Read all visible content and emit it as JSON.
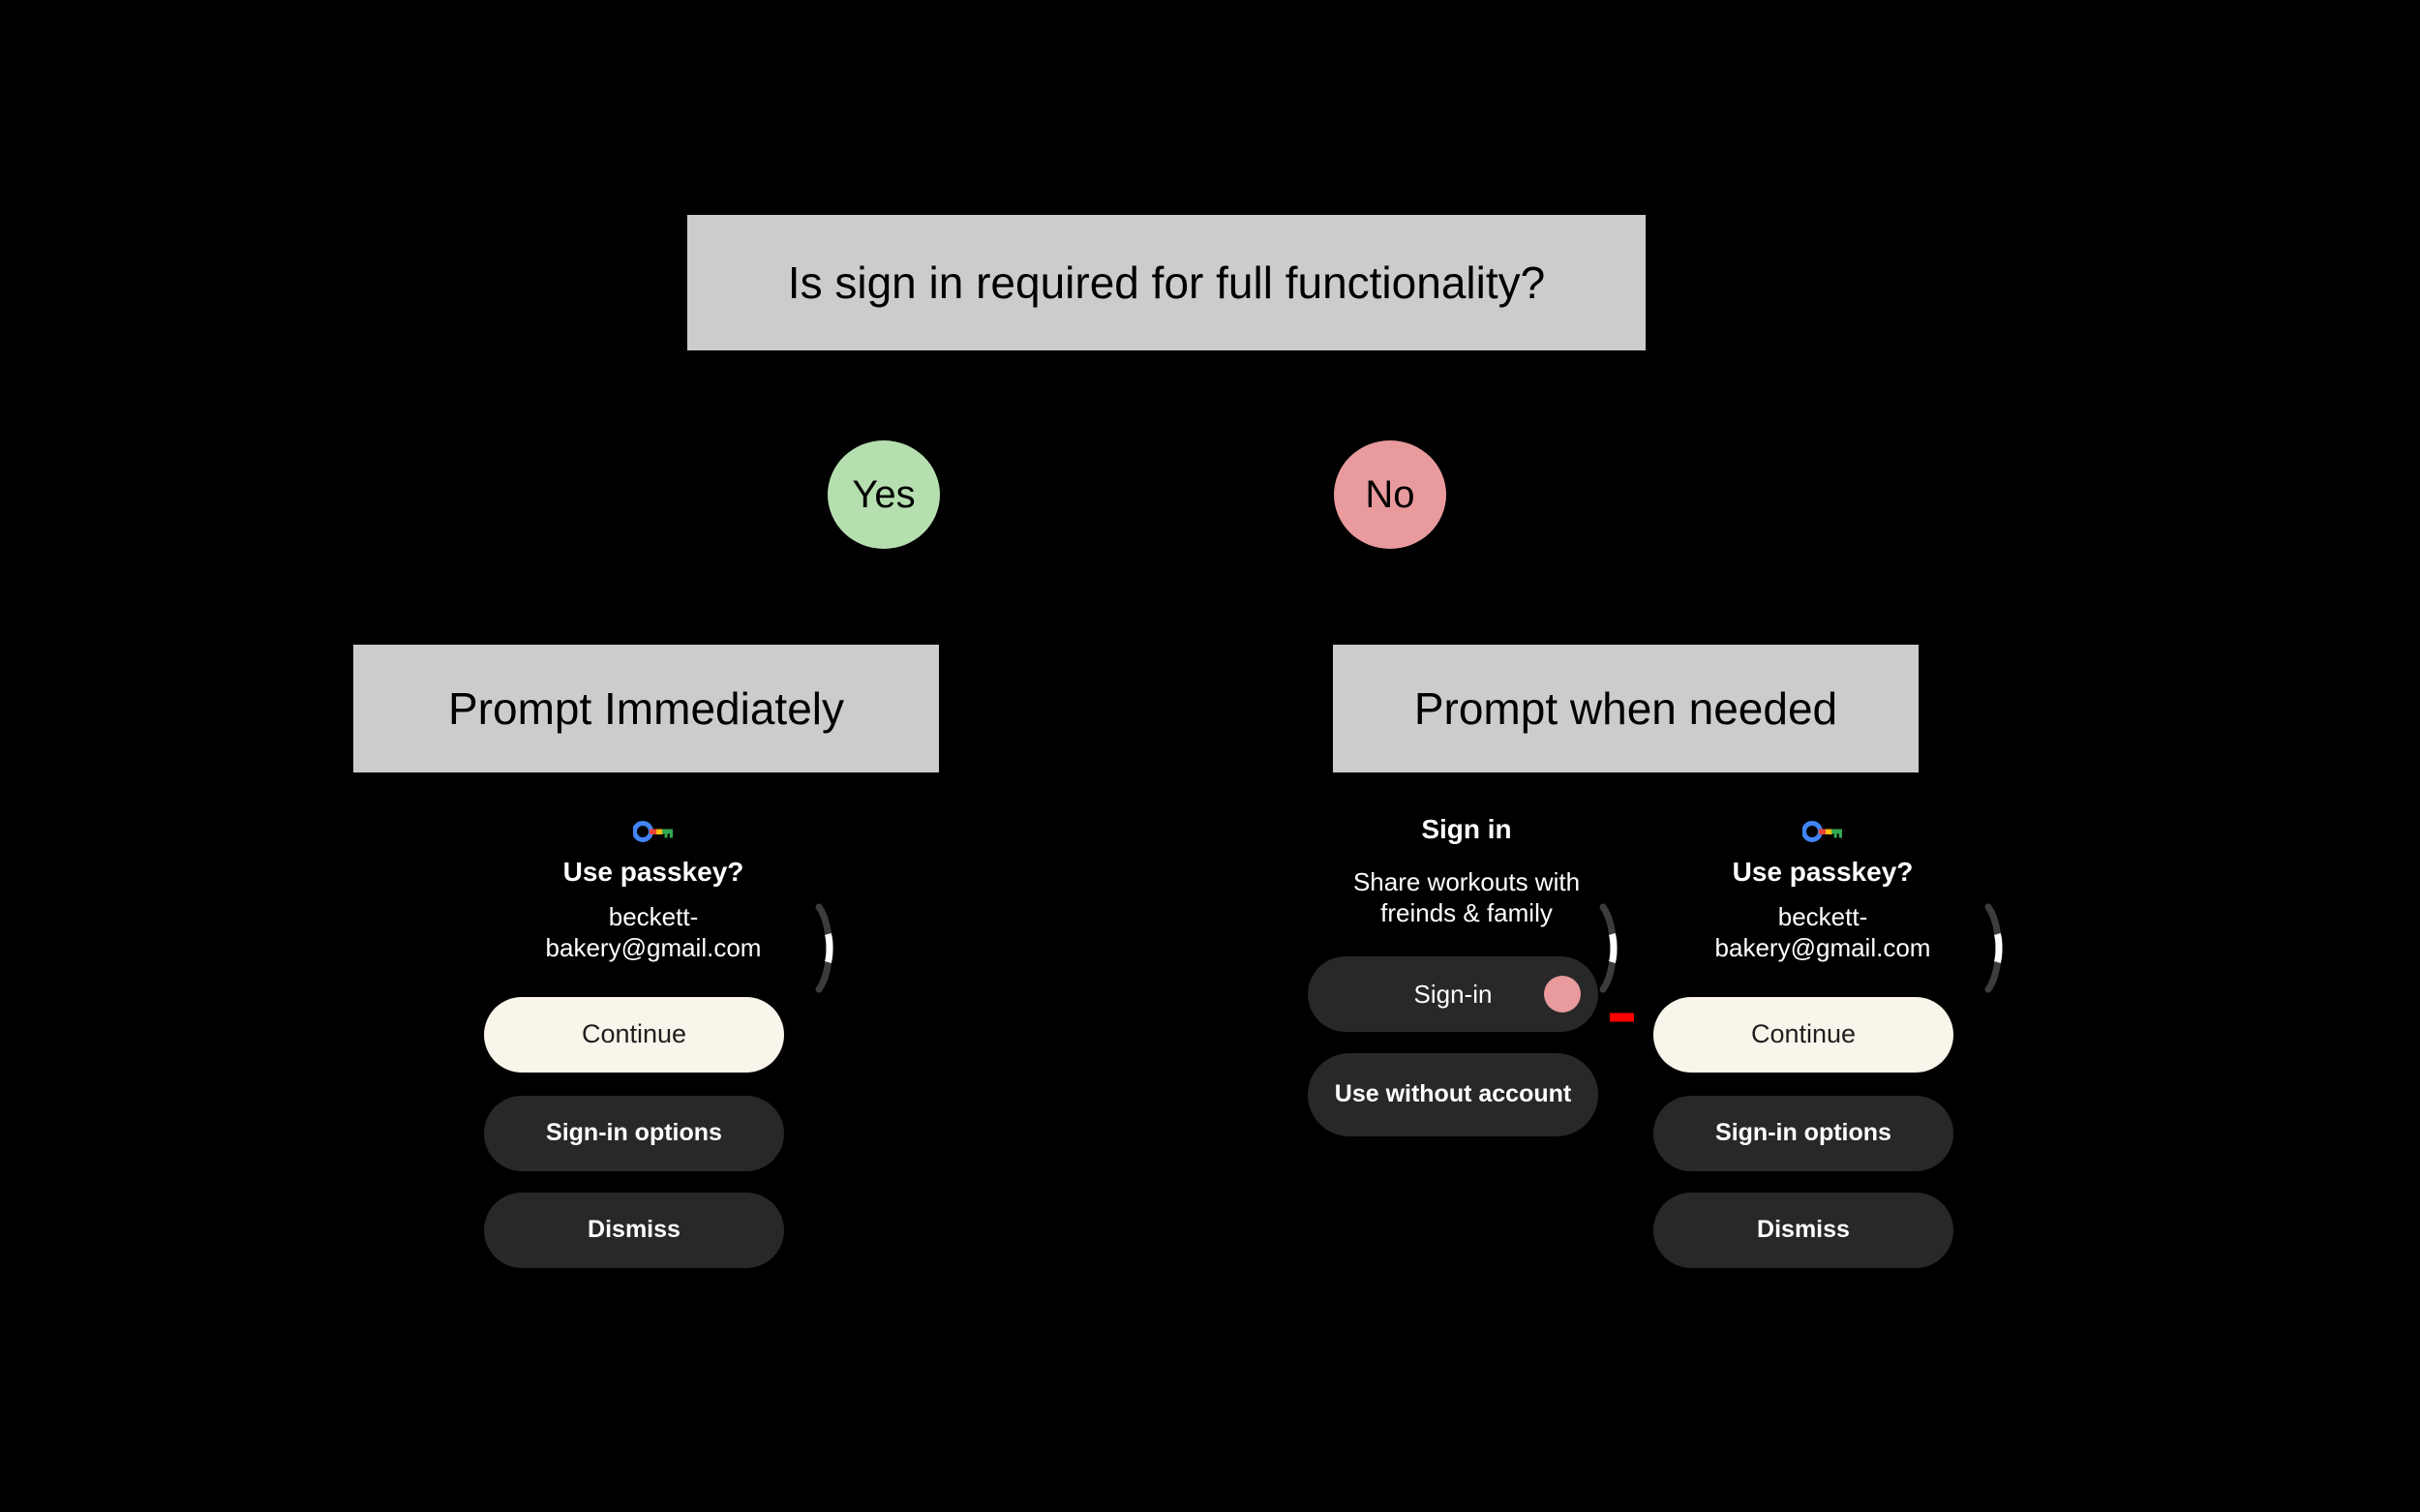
{
  "diagram": {
    "title": "Is sign in required for full functionality?",
    "background_color": "#000000",
    "node_fill": "#cccccc",
    "yes_color": "#b6dfb0",
    "no_color": "#e89a9c",
    "arrow_color": "#ff0000"
  },
  "nodes": {
    "question": "Is sign in required for full functionality?",
    "branch_yes": "Yes",
    "branch_no": "No",
    "prompt_immediately": "Prompt Immediately",
    "prompt_when_needed": "Prompt when needed"
  },
  "screens": {
    "passkey_left": {
      "icon": "google-passkey-key-icon",
      "title": "Use passkey?",
      "account": "beckett-bakery@gmail.com",
      "buttons": [
        {
          "label": "Continue",
          "style": "primary"
        },
        {
          "label": "Sign-in options",
          "style": "secondary"
        },
        {
          "label": "Dismiss",
          "style": "secondary"
        }
      ]
    },
    "signin": {
      "title": "Sign in",
      "subtitle": "Share workouts with freinds & family",
      "buttons": [
        {
          "label": "Sign-in",
          "style": "plain",
          "dot": true
        },
        {
          "label": "Use without account",
          "style": "secondary",
          "dot": false
        }
      ]
    },
    "passkey_right": {
      "icon": "google-passkey-key-icon",
      "title": "Use passkey?",
      "account": "beckett-bakery@gmail.com",
      "buttons": [
        {
          "label": "Continue",
          "style": "primary"
        },
        {
          "label": "Sign-in options",
          "style": "secondary"
        },
        {
          "label": "Dismiss",
          "style": "secondary"
        }
      ]
    }
  }
}
